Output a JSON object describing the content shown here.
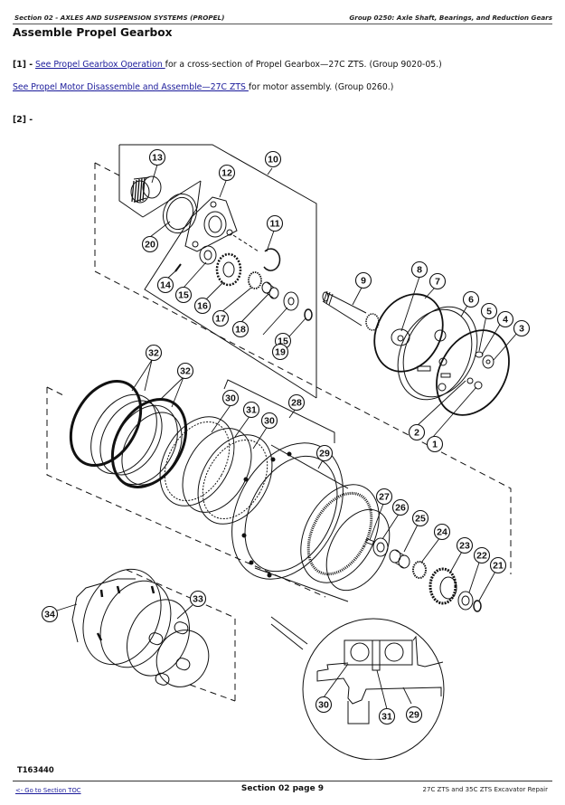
{
  "header": {
    "section": "Section 02 - AXLES AND SUSPENSION SYSTEMS (PROPEL)",
    "group": "Group 0250: Axle Shaft, Bearings, and Reduction Gears"
  },
  "title": "Assemble Propel Gearbox",
  "steps": [
    {
      "marker": "[1] -",
      "link_text": "See Propel Gearbox Operation ",
      "text": "for a cross-section of Propel Gearbox—27C ZTS. (Group 9020-05.)"
    },
    {
      "marker": "",
      "link_text": "See Propel Motor Disassemble and Assemble—27C ZTS ",
      "text": "for motor assembly. (Group 0260.)"
    },
    {
      "marker": "[2] -",
      "link_text": "",
      "text": ""
    }
  ],
  "diagram": {
    "figure_id": "T163440",
    "callouts": [
      "1",
      "2",
      "3",
      "4",
      "5",
      "6",
      "7",
      "8",
      "9",
      "10",
      "11",
      "12",
      "13",
      "14",
      "15",
      "15",
      "16",
      "17",
      "18",
      "19",
      "20",
      "21",
      "22",
      "23",
      "24",
      "25",
      "26",
      "27",
      "28",
      "29",
      "29",
      "30",
      "30",
      "30",
      "31",
      "31",
      "32",
      "32",
      "33",
      "34"
    ]
  },
  "footer": {
    "toc_link": "<- Go to Section TOC",
    "page": "Section 02 page 9",
    "manual": "27C ZTS and 35C ZTS Excavator Repair"
  }
}
